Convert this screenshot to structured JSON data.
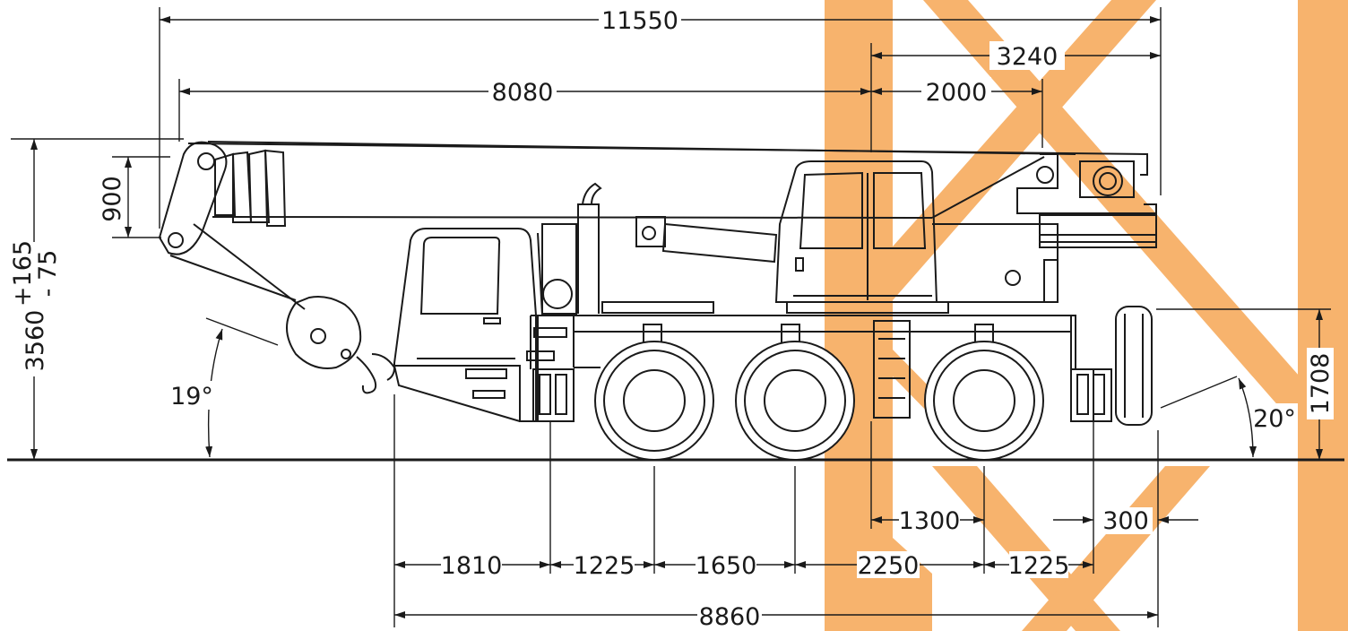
{
  "colors": {
    "line": "#1a1a1a",
    "watermark": "#f7b36d",
    "background": "#ffffff"
  },
  "dimensions": {
    "overall_length": "11550",
    "boom_tip_to_cab_front": "8080",
    "rear_overhang_top": "3240",
    "cab_to_counterweight": "2000",
    "height": "3560",
    "height_tol_plus": "+165",
    "height_tol_minus": "- 75",
    "boom_head_height": "900",
    "approach_angle": "19°",
    "departure_angle": "20°",
    "rear_height": "1708",
    "front_overhang": "1810",
    "axle_1_2": "1225",
    "axle_2_3": "1650",
    "axle_3_4": "2250",
    "axle_4_5": "1225",
    "axle_center_offset": "1300",
    "rear_overhang": "300",
    "carrier_length": "8860"
  }
}
